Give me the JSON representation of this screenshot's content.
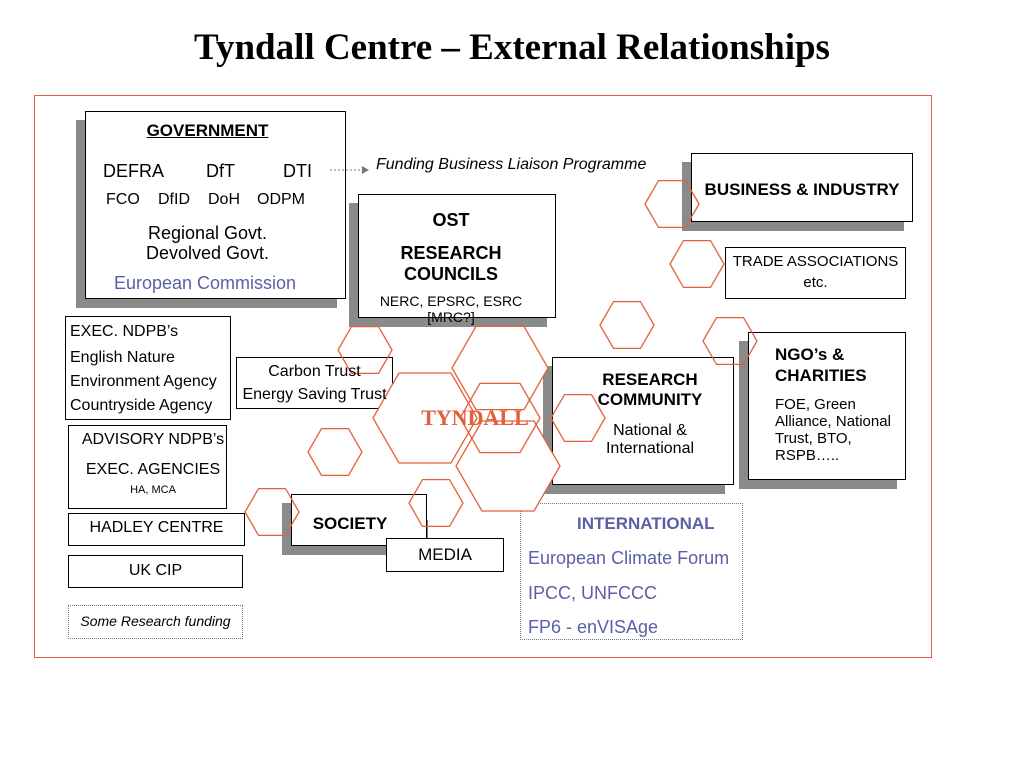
{
  "title": "Tyndall Centre – External Relationships",
  "government": {
    "heading": "GOVERNMENT",
    "row1": [
      "DEFRA",
      "DfT",
      "DTI"
    ],
    "row2": [
      "FCO",
      "DfID",
      "DoH",
      "ODPM"
    ],
    "regional": "Regional Govt.",
    "devolved": "Devolved Govt.",
    "eu": "European Commission"
  },
  "funding_label": "Funding Business Liaison Programme",
  "business": "BUSINESS & INDUSTRY",
  "trade": {
    "line1": "TRADE ASSOCIATIONS",
    "line2": "etc."
  },
  "ost": {
    "heading": "OST",
    "rc1": "RESEARCH",
    "rc2": "COUNCILS",
    "list": "NERC, EPSRC, ESRC",
    "mrc": "[MRC?]"
  },
  "ngo": {
    "h1": "NGO’s &",
    "h2": "CHARITIES",
    "l1": "FOE, Green",
    "l2": "Alliance, National",
    "l3": "Trust, BTO,",
    "l4": "RSPB….."
  },
  "exec_ndpb": [
    "EXEC. NDPB’s",
    "English Nature",
    "Environment Agency",
    "Countryside Agency"
  ],
  "carbon": {
    "l1": "Carbon Trust",
    "l2": "Energy Saving Trust"
  },
  "center_label": "TYNDALL",
  "research": {
    "h1": "RESEARCH",
    "h2": "COMMUNITY",
    "l1": "National &",
    "l2": "International"
  },
  "advisory": {
    "l1": "ADVISORY NDPB’s",
    "l2": "EXEC. AGENCIES",
    "l3": "HA, MCA"
  },
  "hadley": "HADLEY CENTRE",
  "society": "SOCIETY",
  "media": "MEDIA",
  "ukcip": "UK CIP",
  "some_funding": "Some Research funding",
  "international": {
    "heading": "INTERNATIONAL",
    "items": [
      "European Climate Forum",
      "IPCC, UNFCCC",
      "FP6 - enVISAge"
    ]
  },
  "colors": {
    "accent": "#e2603c",
    "blue": "#5a5fa8",
    "shadow": "#8a8a8a"
  }
}
